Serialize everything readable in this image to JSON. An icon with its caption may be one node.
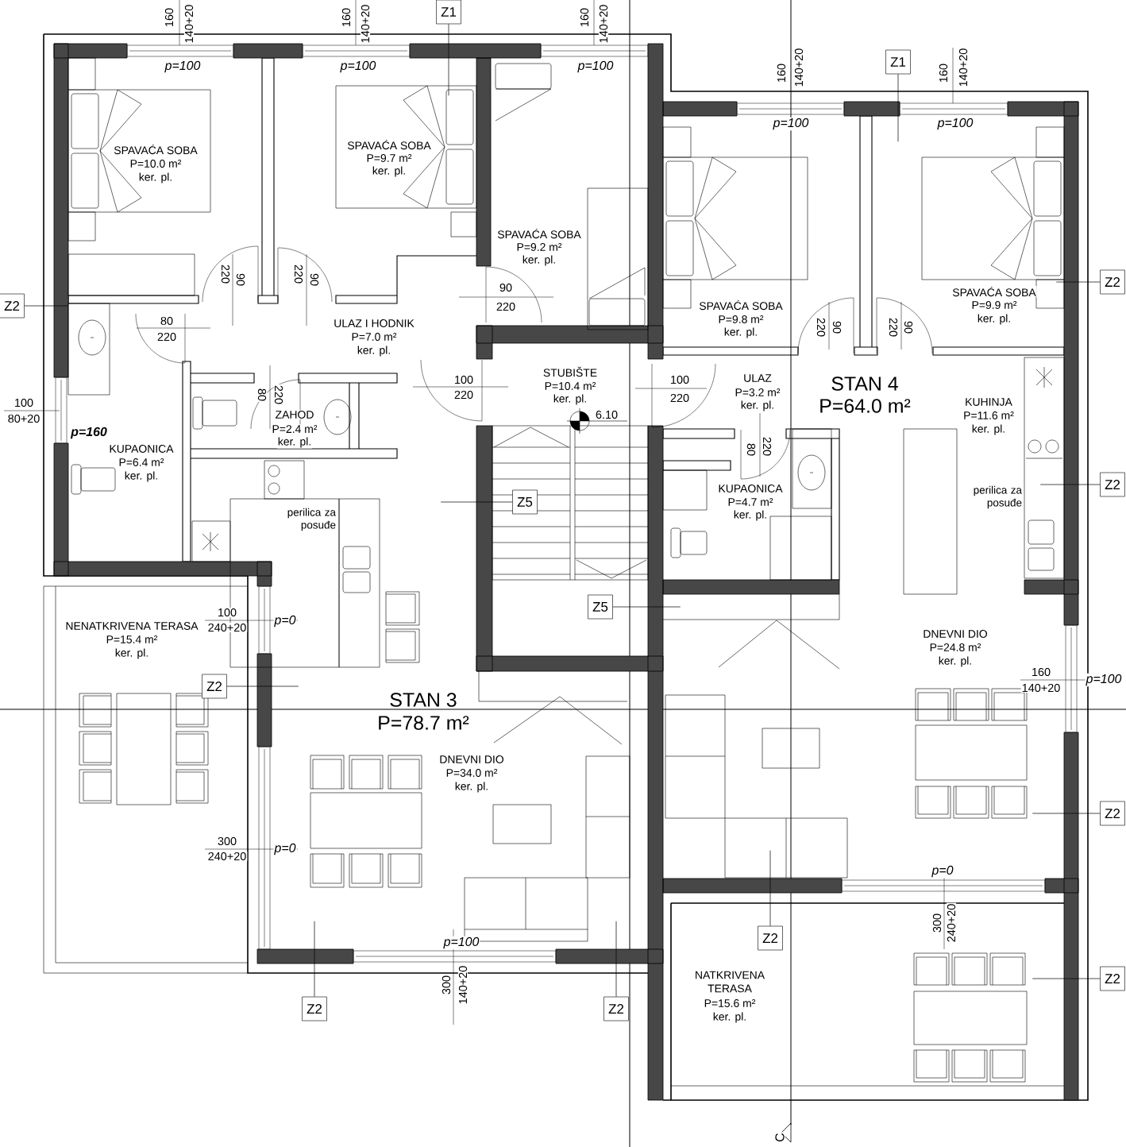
{
  "diagram": {
    "nodes": [
      {
        "text": [
          "Z1"
        ]
      },
      {
        "text": [
          "Z1"
        ]
      },
      {
        "text": [
          "Z2"
        ]
      },
      {
        "text": [
          "Z2"
        ]
      },
      {
        "text": [
          "Z2"
        ]
      },
      {
        "text": [
          "Z5"
        ]
      },
      {
        "text": [
          "Z5"
        ]
      },
      {
        "text": [
          "Z2"
        ]
      },
      {
        "text": [
          "Z2"
        ]
      },
      {
        "text": [
          "Z2"
        ]
      },
      {
        "text": [
          "Z2"
        ]
      },
      {
        "text": [
          "Z2"
        ]
      },
      {
        "text": [
          "Z2"
        ]
      }
    ],
    "edges": [
      {
        "from": 0,
        "to": null,
        "arrow": "none"
      },
      {
        "from": 1,
        "to": null,
        "arrow": "none"
      },
      {
        "from": 2,
        "to": null,
        "arrow": "none"
      },
      {
        "from": 3,
        "to": null,
        "arrow": "none"
      },
      {
        "from": 4,
        "to": null,
        "arrow": "none"
      },
      {
        "from": 5,
        "to": null,
        "arrow": "none"
      },
      {
        "from": 6,
        "to": null,
        "arrow": "none"
      },
      {
        "from": 7,
        "to": null,
        "arrow": "none"
      },
      {
        "from": 8,
        "to": null,
        "arrow": "none"
      },
      {
        "from": 9,
        "to": null,
        "arrow": "none"
      },
      {
        "from": 10,
        "to": null,
        "arrow": "none"
      },
      {
        "from": 11,
        "to": null,
        "arrow": "none"
      },
      {
        "from": 12,
        "to": null,
        "arrow": "none"
      }
    ],
    "labels": [
      "160",
      "140+20",
      "160",
      "140+20",
      "160",
      "140+20",
      "p=100",
      "p=100",
      "p=100",
      "160",
      "140+20",
      "160",
      "140+20",
      "p=100",
      "p=100",
      "SPAVAĆA SOBA",
      "P=10.0 m²",
      "ker. pl.",
      "SPAVAĆA SOBA",
      "P=9.7 m²",
      "ker. pl.",
      "SPAVAĆA SOBA",
      "P=9.2 m²",
      "ker. pl.",
      "220",
      "90",
      "220",
      "90",
      "90",
      "220",
      "80",
      "220",
      "ULAZ I HODNIK",
      "P=7.0 m²",
      "ker. pl.",
      "SPAVAĆA SOBA",
      "P=9.8 m²",
      "ker. pl.",
      "SPAVAĆA SOBA",
      "P=9.9 m²",
      "ker. pl.",
      "220",
      "90",
      "220",
      "90",
      "100",
      "220",
      "STUBIŠTE",
      "P=10.4 m²",
      "ker. pl.",
      "100",
      "220",
      "ULAZ",
      "P=3.2 m²",
      "ker. pl.",
      "STAN 4",
      "P=64.0 m²",
      "KUHINJA",
      "P=11.6 m²",
      "ker. pl.",
      "6.10",
      "100",
      "80+20",
      "p=160",
      "80",
      "220",
      "ZAHOD",
      "P=2.4 m²",
      "ker. pl.",
      "KUPAONICA",
      "P=6.4 m²",
      "ker. pl.",
      "80",
      "220",
      "KUPAONICA",
      "P=4.7 m²",
      "ker. pl.",
      "perilica za posuđe",
      "perilica za posuđe",
      "100",
      "240+20",
      "p=0",
      "NENATKRIVENA TERASA",
      "P=15.4 m²",
      "ker. pl.",
      "DNEVNI DIO",
      "P=24.8 m²",
      "ker. pl.",
      "160",
      "140+20",
      "p=100",
      "STAN 3",
      "P=78.7 m²",
      "DNEVNI DIO",
      "P=34.0 m²",
      "ker. pl.",
      "300",
      "240+20",
      "p=0",
      "p=0",
      "300",
      "240+20",
      "p=100",
      "NATKRIVENA TERASA",
      "P=15.6 m²",
      "ker. pl.",
      "300",
      "140+20",
      "C"
    ]
  }
}
